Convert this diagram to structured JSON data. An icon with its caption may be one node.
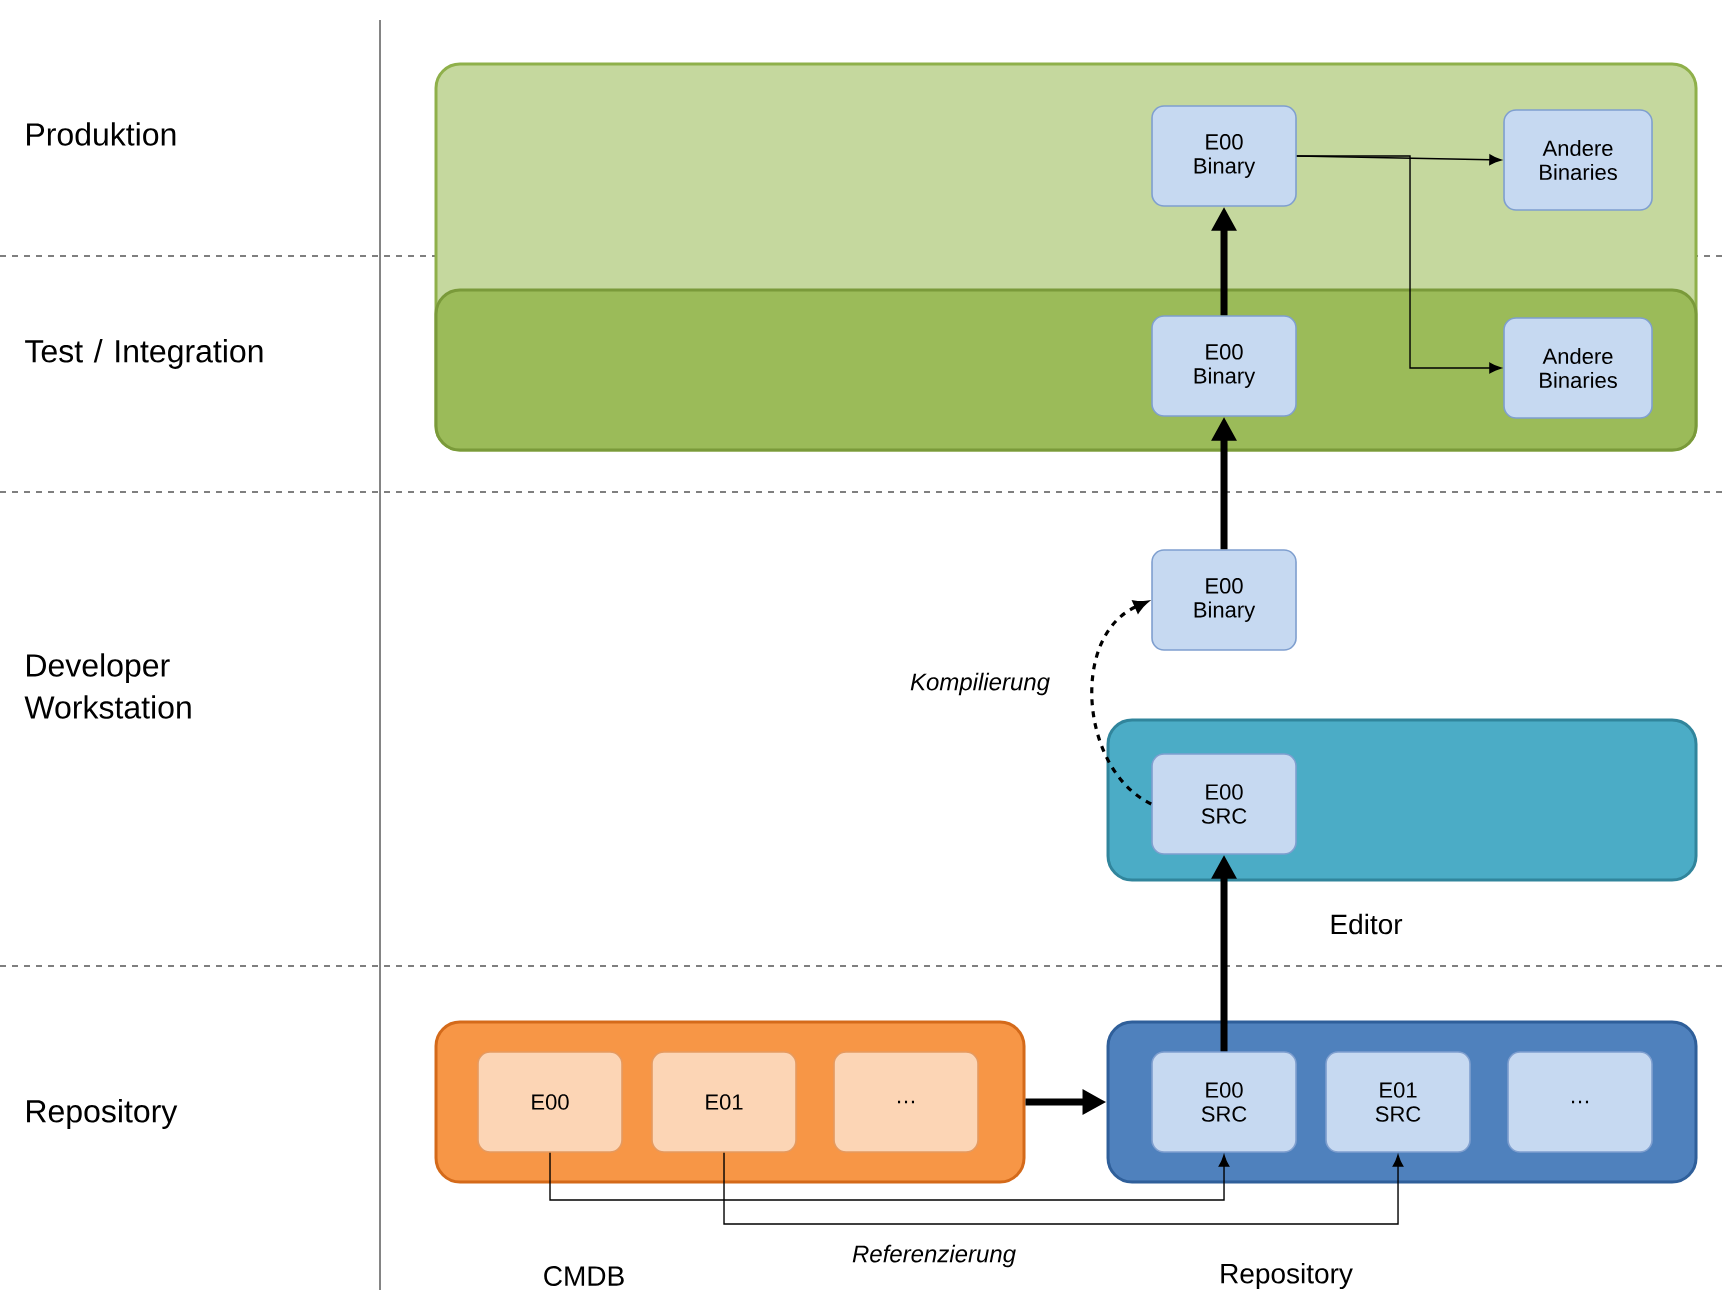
{
  "diagram": {
    "nodes": [
      {
        "text": [],
        "shape": "box"
      },
      {
        "text": [],
        "shape": "box",
        "in": 0
      },
      {
        "text": [
          "E00 Binary"
        ],
        "in": 0
      },
      {
        "text": [
          "Andere Binaries"
        ],
        "in": 0
      },
      {
        "text": [
          "E00 Binary"
        ],
        "in": 1
      },
      {
        "text": [
          "Andere Binaries"
        ],
        "in": 1
      },
      {
        "text": [
          "E00 Binary"
        ]
      },
      {
        "text": [],
        "shape": "box",
        "beside": [
          "Editor"
        ]
      },
      {
        "text": [
          "E00 SRC"
        ],
        "in": 7
      },
      {
        "text": [],
        "shape": "box",
        "beside": [
          "CMDB"
        ]
      },
      {
        "text": [
          "E00"
        ],
        "in": 9
      },
      {
        "text": [
          "E01"
        ],
        "in": 9
      },
      {
        "text": [
          "…"
        ],
        "in": 9
      },
      {
        "text": [],
        "shape": "box",
        "beside": [
          "Repository"
        ]
      },
      {
        "text": [
          "E00 SRC"
        ],
        "in": 13
      },
      {
        "text": [
          "E01 SRC"
        ],
        "in": 13
      },
      {
        "text": [
          "…"
        ],
        "in": 13
      }
    ],
    "edges": [
      {
        "from": 4,
        "to": 2,
        "arrow": "to",
        "style": "thick"
      },
      {
        "from": 2,
        "to": 3,
        "arrow": "to"
      },
      {
        "from": 2,
        "to": 5,
        "arrow": "to"
      },
      {
        "from": 6,
        "to": 4,
        "arrow": "to",
        "style": "thick"
      },
      {
        "from": 8,
        "to": 6,
        "arrow": "to",
        "style": "dashed",
        "label": "Kompilierung"
      },
      {
        "from": 14,
        "to": 8,
        "arrow": "to",
        "style": "thick"
      },
      {
        "from": 9,
        "to": 13,
        "arrow": "to",
        "style": "thick"
      },
      {
        "from": 10,
        "to": 14,
        "arrow": "to"
      },
      {
        "from": 11,
        "to": 15,
        "arrow": "to",
        "label": "Referenzierung"
      }
    ],
    "labels": [
      "Produktion",
      "Test / Integration",
      "Developer Workstation",
      "Repository"
    ]
  }
}
